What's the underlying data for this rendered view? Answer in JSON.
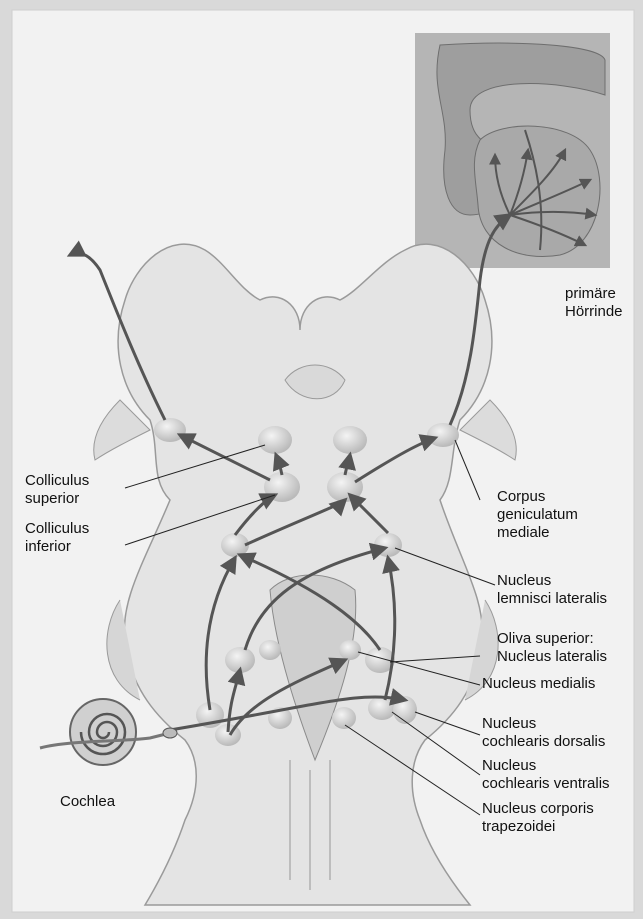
{
  "labels": {
    "colliculus_superior": [
      "Colliculus",
      "superior"
    ],
    "colliculus_inferior": [
      "Colliculus",
      "inferior"
    ],
    "primare_horrinde": [
      "primäre",
      "Hörrinde"
    ],
    "corpus_geniculatum": [
      "Corpus",
      "geniculatum",
      "mediale"
    ],
    "nucleus_lemnisci": [
      "Nucleus",
      "lemnisci lateralis"
    ],
    "oliva_superior": [
      "Oliva superior:",
      "Nucleus lateralis"
    ],
    "nucleus_medialis": "Nucleus medialis",
    "cochlearis_dorsalis": [
      "Nucleus",
      "cochlearis dorsalis"
    ],
    "cochlearis_ventralis": [
      "Nucleus",
      "cochlearis ventralis"
    ],
    "corporis_trapezoidei": [
      "Nucleus corporis",
      "trapezoidei"
    ],
    "cochlea": "Cochlea"
  },
  "colors": {
    "background": "#d9d9d9",
    "paper": "#f2f2f2",
    "tissue": "#e2e2e2",
    "nucleus": "#c8c8c8",
    "pathway": "#555555"
  }
}
